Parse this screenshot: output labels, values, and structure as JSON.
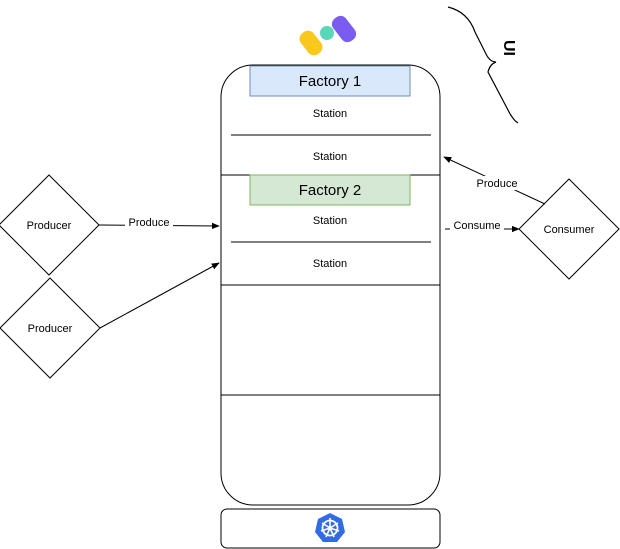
{
  "ui_brace_label": "UI",
  "factory1": {
    "title": "Factory 1",
    "stations": [
      "Station",
      "Station"
    ],
    "header_color": "#dae8fc",
    "header_border": "#6c8ebf"
  },
  "factory2": {
    "title": "Factory 2",
    "stations": [
      "Station",
      "Station"
    ],
    "header_color": "#d5e8d4",
    "header_border": "#82b366"
  },
  "producers": [
    "Producer",
    "Producer"
  ],
  "consumer": "Consumer",
  "edges": {
    "producer_to_factory": "Produce",
    "factory_to_consumer": "Consume",
    "consumer_to_factory": "Produce"
  },
  "icons": {
    "top_logo": "ui-logo-icon",
    "bottom_logo": "kubernetes-icon",
    "kubernetes_color": "#326ce5"
  }
}
